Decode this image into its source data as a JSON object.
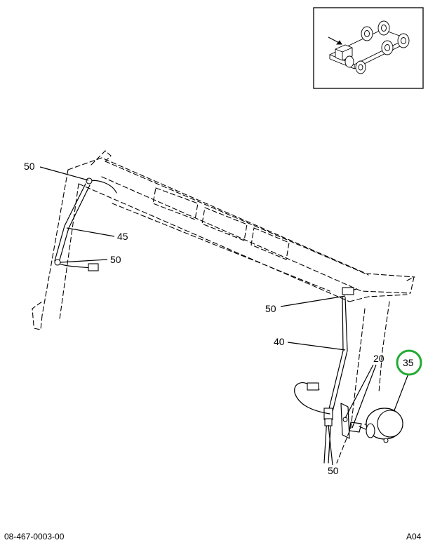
{
  "diagram": {
    "callouts": [
      {
        "id": "c50a",
        "label": "50"
      },
      {
        "id": "c45",
        "label": "45"
      },
      {
        "id": "c50b",
        "label": "50"
      },
      {
        "id": "c50c",
        "label": "50"
      },
      {
        "id": "c40",
        "label": "40"
      },
      {
        "id": "c20",
        "label": "20"
      },
      {
        "id": "c35",
        "label": "35",
        "highlighted": true
      },
      {
        "id": "c50d",
        "label": "50"
      }
    ],
    "highlight_color": "#22aa33"
  },
  "footer": {
    "left": "08-467-0003-00",
    "right": "A04"
  }
}
